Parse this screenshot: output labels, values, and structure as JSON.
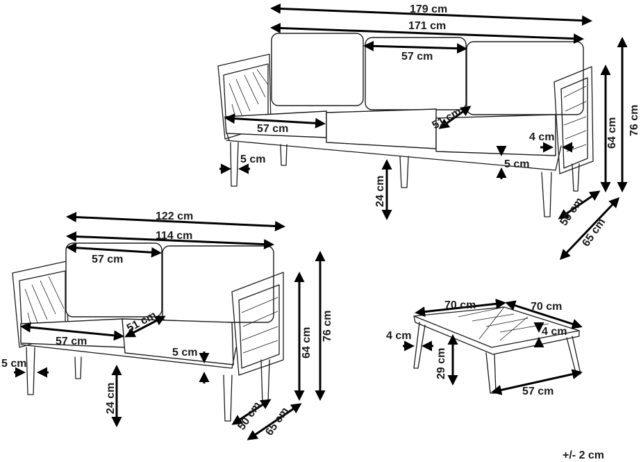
{
  "sofa3": {
    "total_width": "179 cm",
    "backrest_width": "171 cm",
    "cushion_width": "57 cm",
    "seat_width": "57 cm",
    "seat_depth": "51 cm",
    "armrest_gap": "4 cm",
    "leg_offset": "5 cm",
    "seat_thickness": "5 cm",
    "leg_height": "24 cm",
    "seat_height": "64 cm",
    "total_height": "76 cm",
    "seat_depth_outer": "50 cm",
    "total_depth": "65 cm"
  },
  "sofa2": {
    "total_width": "122 cm",
    "backrest_width": "114 cm",
    "cushion_width": "57 cm",
    "seat_width": "57 cm",
    "seat_depth": "51 cm",
    "seat_thickness": "5 cm",
    "leg_offset": "5 cm",
    "leg_height": "24 cm",
    "seat_height": "64 cm",
    "total_height": "76 cm",
    "seat_depth_outer": "50 cm",
    "total_depth": "65 cm"
  },
  "table": {
    "width_a": "70 cm",
    "width_b": "70 cm",
    "inset_left": "4 cm",
    "inset_right": "4 cm",
    "height": "29 cm",
    "base": "57 cm"
  },
  "tolerance": "+/- 2 cm"
}
